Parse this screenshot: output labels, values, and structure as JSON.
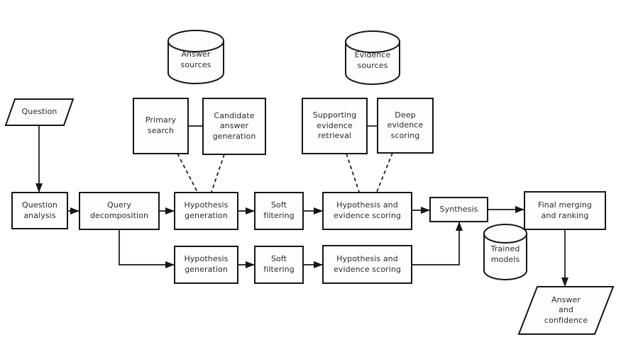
{
  "diagram": {
    "type": "flowchart",
    "subject": "Question answering pipeline architecture",
    "colors": {
      "background": "#ffffff",
      "stroke": "#161616",
      "text": "#2a2a2a",
      "shape_fill": "#fdfdfd"
    },
    "nodes": {
      "question": {
        "label": "Question",
        "shape": "parallelogram"
      },
      "answer_sources": {
        "label": "Answer\nsources",
        "shape": "cylinder"
      },
      "evidence_sources": {
        "label": "Evidence\nsources",
        "shape": "cylinder"
      },
      "primary_search": {
        "label": "Primary\nsearch",
        "shape": "rect"
      },
      "candidate_answer_generation": {
        "label": "Candidate\nanswer\ngeneration",
        "shape": "rect"
      },
      "supporting_evidence_retrieval": {
        "label": "Supporting\nevidence\nretrieval",
        "shape": "rect"
      },
      "deep_evidence_scoring": {
        "label": "Deep\nevidence\nscoring",
        "shape": "rect"
      },
      "question_analysis": {
        "label": "Question\nanalysis",
        "shape": "rect"
      },
      "query_decomposition": {
        "label": "Query\ndecomposition",
        "shape": "rect"
      },
      "hypothesis_generation_top": {
        "label": "Hypothesis\ngeneration",
        "shape": "rect"
      },
      "soft_filtering_top": {
        "label": "Soft\nfiltering",
        "shape": "rect"
      },
      "hypothesis_evidence_scoring_top": {
        "label": "Hypothesis and\nevidence scoring",
        "shape": "rect"
      },
      "synthesis": {
        "label": "Synthesis",
        "shape": "rect"
      },
      "final_merging_ranking": {
        "label": "Final merging\nand ranking",
        "shape": "rect"
      },
      "hypothesis_generation_bottom": {
        "label": "Hypothesis\ngeneration",
        "shape": "rect"
      },
      "soft_filtering_bottom": {
        "label": "Soft\nfiltering",
        "shape": "rect"
      },
      "hypothesis_evidence_scoring_bottom": {
        "label": "Hypothesis and\nevidence scoring",
        "shape": "rect"
      },
      "trained_models": {
        "label": "Trained\nmodels",
        "shape": "cylinder"
      },
      "answer_confidence": {
        "label": "Answer\nand\nconfidence",
        "shape": "parallelogram"
      }
    },
    "edges": [
      {
        "from": "question",
        "to": "question_analysis",
        "style": "solid-arrow"
      },
      {
        "from": "question_analysis",
        "to": "query_decomposition",
        "style": "solid-arrow"
      },
      {
        "from": "query_decomposition",
        "to": "hypothesis_generation_top",
        "style": "solid-arrow"
      },
      {
        "from": "query_decomposition",
        "to": "hypothesis_generation_bottom",
        "style": "solid-arrow-elbow"
      },
      {
        "from": "hypothesis_generation_top",
        "to": "soft_filtering_top",
        "style": "solid-arrow"
      },
      {
        "from": "soft_filtering_top",
        "to": "hypothesis_evidence_scoring_top",
        "style": "solid-arrow"
      },
      {
        "from": "hypothesis_evidence_scoring_top",
        "to": "synthesis",
        "style": "solid-arrow"
      },
      {
        "from": "synthesis",
        "to": "final_merging_ranking",
        "style": "solid-arrow"
      },
      {
        "from": "hypothesis_generation_bottom",
        "to": "soft_filtering_bottom",
        "style": "solid-arrow"
      },
      {
        "from": "soft_filtering_bottom",
        "to": "hypothesis_evidence_scoring_bottom",
        "style": "solid-arrow"
      },
      {
        "from": "hypothesis_evidence_scoring_bottom",
        "to": "synthesis",
        "style": "solid-arrow-elbow"
      },
      {
        "from": "final_merging_ranking",
        "to": "answer_confidence",
        "style": "solid-arrow"
      },
      {
        "from": "primary_search",
        "to": "candidate_answer_generation",
        "style": "solid-line"
      },
      {
        "from": "supporting_evidence_retrieval",
        "to": "deep_evidence_scoring",
        "style": "solid-line"
      },
      {
        "from": "primary_search",
        "to": "hypothesis_generation_top",
        "style": "dashed-line"
      },
      {
        "from": "candidate_answer_generation",
        "to": "hypothesis_generation_top",
        "style": "dashed-line"
      },
      {
        "from": "supporting_evidence_retrieval",
        "to": "hypothesis_evidence_scoring_top",
        "style": "dashed-line"
      },
      {
        "from": "deep_evidence_scoring",
        "to": "hypothesis_evidence_scoring_top",
        "style": "dashed-line"
      }
    ]
  }
}
